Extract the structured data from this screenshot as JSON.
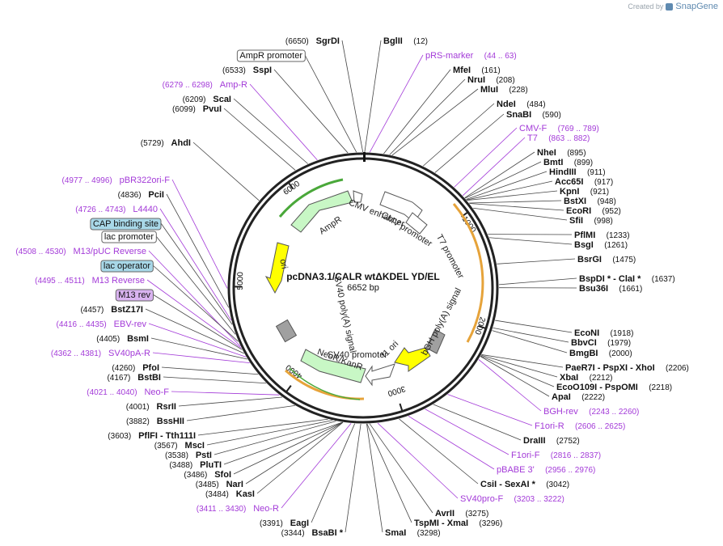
{
  "credit": {
    "prefix": "Created by",
    "brand": "SnapGene"
  },
  "plasmid": {
    "name": "pcDNA3.1/CALR wtΔKDEL YD/EL",
    "size_label": "6652 bp",
    "length": 6652
  },
  "ticks": [
    "1000",
    "2000",
    "3000",
    "4000",
    "5000",
    "6000"
  ],
  "features": [
    {
      "name": "CMV enhancer",
      "color": "#ffffff"
    },
    {
      "name": "CMV promoter",
      "color": "#ffffff"
    },
    {
      "name": "T7 promoter",
      "color": "#ffffff"
    },
    {
      "name": "bGH poly(A) signal",
      "color": "#ffffff"
    },
    {
      "name": "f1 ori",
      "color": "#a0a0a0"
    },
    {
      "name": "SV40 promoter",
      "color": "#ffffff"
    },
    {
      "name": "NeoR/KanR",
      "color": "#c8f7c5"
    },
    {
      "name": "SV40 poly(A) signal",
      "color": "#ffffff"
    },
    {
      "name": "ori",
      "color": "#ffff00"
    },
    {
      "name": "AmpR",
      "color": "#c8f7c5"
    },
    {
      "name": "AmpR promoter",
      "color": "#ffffff"
    }
  ],
  "right_labels": [
    {
      "name": "BglII",
      "pos": "(12)"
    },
    {
      "name": "pRS-marker",
      "range": "(44 .. 63)",
      "purple": true
    },
    {
      "name": "MfeI",
      "pos": "(161)"
    },
    {
      "name": "NruI",
      "pos": "(208)"
    },
    {
      "name": "MluI",
      "pos": "(228)"
    },
    {
      "name": "NdeI",
      "pos": "(484)"
    },
    {
      "name": "SnaBI",
      "pos": "(590)"
    },
    {
      "name": "CMV-F",
      "range": "(769 .. 789)",
      "purple": true
    },
    {
      "name": "T7",
      "range": "(863 .. 882)",
      "purple": true
    },
    {
      "name": "NheI",
      "pos": "(895)"
    },
    {
      "name": "BmtI",
      "pos": "(899)"
    },
    {
      "name": "HindIII",
      "pos": "(911)"
    },
    {
      "name": "Acc65I",
      "pos": "(917)"
    },
    {
      "name": "KpnI",
      "pos": "(921)"
    },
    {
      "name": "BstXI",
      "pos": "(948)"
    },
    {
      "name": "EcoRI",
      "pos": "(952)"
    },
    {
      "name": "SfiI",
      "pos": "(998)"
    },
    {
      "name": "PflMI",
      "pos": "(1233)"
    },
    {
      "name": "BsgI",
      "pos": "(1261)"
    },
    {
      "name": "BsrGI",
      "pos": "(1475)"
    },
    {
      "name": "BspDI * - ClaI *",
      "pos": "(1637)"
    },
    {
      "name": "Bsu36I",
      "pos": "(1661)"
    },
    {
      "name": "EcoNI",
      "pos": "(1918)"
    },
    {
      "name": "BbvCI",
      "pos": "(1979)"
    },
    {
      "name": "BmgBI",
      "pos": "(2000)"
    },
    {
      "name": "PaeR7I - PspXI - XhoI",
      "pos": "(2206)"
    },
    {
      "name": "XbaI",
      "pos": "(2212)"
    },
    {
      "name": "EcoO109I - PspOMI",
      "pos": "(2218)"
    },
    {
      "name": "ApaI",
      "pos": "(2222)"
    },
    {
      "name": "BGH-rev",
      "range": "(2243 .. 2260)",
      "purple": true
    },
    {
      "name": "F1ori-R",
      "range": "(2606 .. 2625)",
      "purple": true
    },
    {
      "name": "DraIII",
      "pos": "(2752)"
    },
    {
      "name": "F1ori-F",
      "range": "(2816 .. 2837)",
      "purple": true
    },
    {
      "name": "pBABE 3'",
      "range": "(2956 .. 2976)",
      "purple": true
    },
    {
      "name": "CsiI - SexAI *",
      "pos": "(3042)"
    },
    {
      "name": "SV40pro-F",
      "range": "(3203 .. 3222)",
      "purple": true
    },
    {
      "name": "AvrII",
      "pos": "(3275)"
    },
    {
      "name": "TspMI - XmaI",
      "pos": "(3296)"
    },
    {
      "name": "SmaI",
      "pos": "(3298)"
    }
  ],
  "left_labels": [
    {
      "name": "SgrDI",
      "pos": "(6650)"
    },
    {
      "name": "AmpR promoter",
      "boxed": "white"
    },
    {
      "name": "SspI",
      "pos": "(6533)"
    },
    {
      "name": "Amp-R",
      "range": "(6279 .. 6298)",
      "purple": true
    },
    {
      "name": "ScaI",
      "pos": "(6209)"
    },
    {
      "name": "PvuI",
      "pos": "(6099)"
    },
    {
      "name": "AhdI",
      "pos": "(5729)"
    },
    {
      "name": "pBR322ori-F",
      "range": "(4977 .. 4996)",
      "purple": true
    },
    {
      "name": "PciI",
      "pos": "(4836)"
    },
    {
      "name": "L4440",
      "range": "(4726 .. 4743)",
      "purple": true
    },
    {
      "name": "CAP binding site",
      "boxed": "blue"
    },
    {
      "name": "lac promoter",
      "boxed": "white"
    },
    {
      "name": "M13/pUC Reverse",
      "range": "(4508 .. 4530)",
      "purple": true
    },
    {
      "name": "lac operator",
      "boxed": "blue"
    },
    {
      "name": "M13 Reverse",
      "range": "(4495 .. 4511)",
      "purple": true
    },
    {
      "name": "M13 rev",
      "boxed": "purple"
    },
    {
      "name": "BstZ17I",
      "pos": "(4457)"
    },
    {
      "name": "EBV-rev",
      "range": "(4416 .. 4435)",
      "purple": true
    },
    {
      "name": "BsmI",
      "pos": "(4405)"
    },
    {
      "name": "SV40pA-R",
      "range": "(4362 .. 4381)",
      "purple": true
    },
    {
      "name": "PfoI",
      "pos": "(4260)"
    },
    {
      "name": "BstBI",
      "pos": "(4167)"
    },
    {
      "name": "Neo-F",
      "range": "(4021 .. 4040)",
      "purple": true
    },
    {
      "name": "RsrII",
      "pos": "(4001)"
    },
    {
      "name": "BssHII",
      "pos": "(3882)"
    },
    {
      "name": "PflFI - Tth111I",
      "pos": "(3603)"
    },
    {
      "name": "MscI",
      "pos": "(3567)"
    },
    {
      "name": "PstI",
      "pos": "(3538)"
    },
    {
      "name": "PluTI",
      "pos": "(3488)"
    },
    {
      "name": "SfoI",
      "pos": "(3486)"
    },
    {
      "name": "NarI",
      "pos": "(3485)"
    },
    {
      "name": "KasI",
      "pos": "(3484)"
    },
    {
      "name": "Neo-R",
      "range": "(3411 .. 3430)",
      "purple": true
    },
    {
      "name": "EagI",
      "pos": "(3391)"
    },
    {
      "name": "BsaBI *",
      "pos": "(3344)"
    }
  ]
}
